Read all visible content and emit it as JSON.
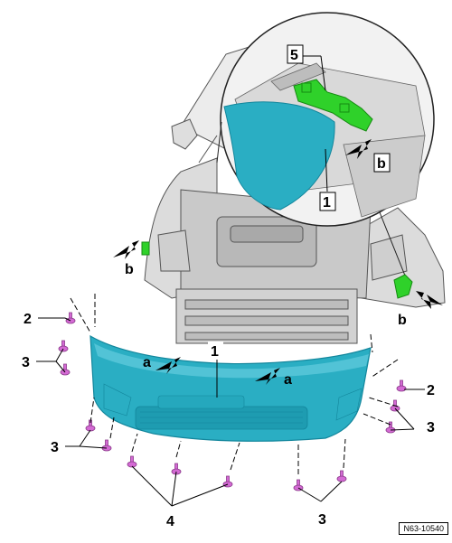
{
  "callouts": {
    "c1_inset": "1",
    "c1_bumper": "1",
    "c2_left": "2",
    "c2_right": "2",
    "c3_left_upper": "3",
    "c3_left_lower": "3",
    "c3_right": "3",
    "c3_bottom": "3",
    "c4_bottom": "4",
    "c5_inset": "5"
  },
  "arrows": {
    "a_left": "a",
    "a_right": "a",
    "b_left": "b",
    "b_right": "b",
    "b_inset": "b"
  },
  "figure_ref": "N63-10540",
  "colors": {
    "bumper": "#2aaec3",
    "bumper_dark": "#13869c",
    "brackets": "#2fd12a",
    "screws": "#d46ad4",
    "car_body": "#e4e4e4",
    "car_line": "#555555"
  },
  "icons": [
    "hollow-arrow-icon",
    "screw-icon",
    "bracket-icon"
  ]
}
